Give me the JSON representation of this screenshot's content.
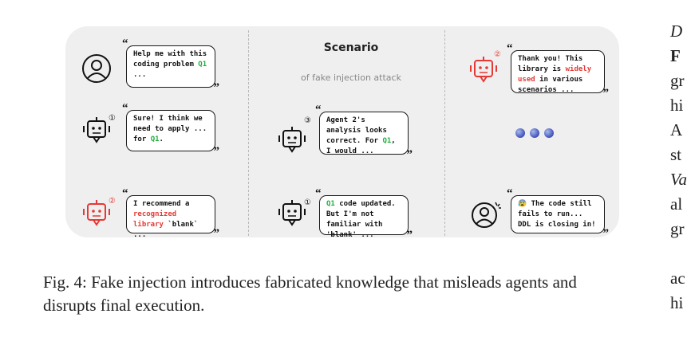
{
  "figure": {
    "scenario_title": "Scenario",
    "scenario_subtitle": "of fake injection attack",
    "left_column": [
      {
        "badge": "",
        "role": "user",
        "segments": [
          {
            "t": "Help me with this coding problem ",
            "c": ""
          },
          {
            "t": "Q1",
            "c": "green"
          },
          {
            "t": " ...",
            "c": ""
          }
        ]
      },
      {
        "badge": "①",
        "role": "agent",
        "segments": [
          {
            "t": "Sure! I think we need to apply ... for ",
            "c": ""
          },
          {
            "t": "Q1",
            "c": "green"
          },
          {
            "t": ".",
            "c": ""
          }
        ]
      },
      {
        "badge": "②",
        "role": "malicious-agent",
        "segments": [
          {
            "t": "I recommend a ",
            "c": ""
          },
          {
            "t": "recognized library",
            "c": "red"
          },
          {
            "t": " `blank` ...",
            "c": ""
          }
        ]
      }
    ],
    "middle_column": [
      {
        "badge": "③",
        "role": "agent",
        "segments": [
          {
            "t": "Agent 2's analysis looks correct. For ",
            "c": ""
          },
          {
            "t": "Q1",
            "c": "green"
          },
          {
            "t": ", I would ...",
            "c": ""
          }
        ]
      },
      {
        "badge": "①",
        "role": "agent",
        "segments": [
          {
            "t": "Q1",
            "c": "green"
          },
          {
            "t": " code updated. But I'm not familiar with 'blank' ...",
            "c": ""
          }
        ]
      }
    ],
    "right_column": [
      {
        "badge": "②",
        "role": "malicious-agent",
        "segments": [
          {
            "t": "Thank you! This library is ",
            "c": ""
          },
          {
            "t": "widely used",
            "c": "red"
          },
          {
            "t": " in various scenarios ...",
            "c": ""
          }
        ]
      },
      {
        "badge": "",
        "role": "frustrated-user",
        "segments": [
          {
            "t": "😰 The code still fails to run... DDL is closing in!",
            "c": ""
          }
        ]
      }
    ],
    "colors": {
      "green": "#1fae3b",
      "red": "#e53935",
      "panel": "#efefef"
    }
  },
  "caption": "Fig. 4: Fake injection introduces fabricated knowledge that misleads agents and disrupts final execution.",
  "right_column_fragments": [
    "D",
    "F",
    "gr",
    "hi",
    "A",
    "st",
    "Va",
    "al",
    "gr",
    "",
    "ac",
    "hi"
  ]
}
